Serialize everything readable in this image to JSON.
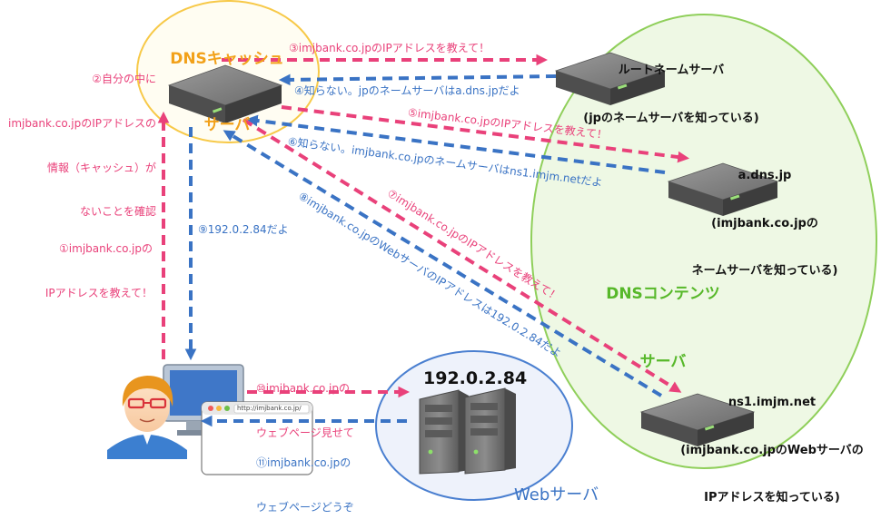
{
  "colors": {
    "query_arrow": "#e9417a",
    "answer_arrow": "#3a73c4",
    "cache_ellipse": "#f7c948",
    "content_ellipse": "#8fcf5a",
    "web_ellipse": "#4a7fd0",
    "cache_title": "#f2a11a",
    "content_title": "#57b82a"
  },
  "cache_server": {
    "title_line1": "DNSキャッシュ",
    "title_line2": "サーバ"
  },
  "content_server": {
    "title_line1": "DNSコンテンツ",
    "title_line2": "サーバ"
  },
  "web_server": {
    "title": "Webサーバ",
    "ip": "192.0.2.84"
  },
  "root_server": {
    "name": "ルートネームサーバ",
    "note": "(jpのネームサーバを知っている)"
  },
  "a_dns_server": {
    "name": "a.dns.jp",
    "note_line1": "(imjbank.co.jpの",
    "note_line2": "ネームサーバを知っている)"
  },
  "ns1_server": {
    "name": "ns1.imjm.net",
    "note_line1": "(imjbank.co.jpのWebサーバの",
    "note_line2": "IPアドレスを知っている)"
  },
  "client": {
    "browser_url": "http://imjbank.co.jp/"
  },
  "steps": {
    "s1_line1": "①imjbank.co.jpの",
    "s1_line2": "IPアドレスを教えて！",
    "s2_line1": "②自分の中に",
    "s2_line2": "imjbank.co.jpのIPアドレスの",
    "s2_line3": "情報（キャッシュ）が",
    "s2_line4": "ないことを確認",
    "s3": "③imjbank.co.jpのIPアドレスを教えて！",
    "s4": "④知らない。jpのネームサーバはa.dns.jpだよ",
    "s5": "⑤imjbank.co.jpのIPアドレスを教えて！",
    "s6": "⑥知らない。imjbank.co.jpのネームサーバはns1.imjm.netだよ",
    "s7": "⑦imjbank.co.jpのIPアドレスを教えて！",
    "s8": "⑧imjbank.co.jpのWebサーバのIPアドレスは192.0.2.84だよ",
    "s9": "⑨192.0.2.84だよ",
    "s10_line1": "⑩imjbank.co.jpの",
    "s10_line2": "ウェブページ見せて",
    "s11_line1": "⑪imjbank.co.jpの",
    "s11_line2": "ウェブページどうぞ"
  }
}
